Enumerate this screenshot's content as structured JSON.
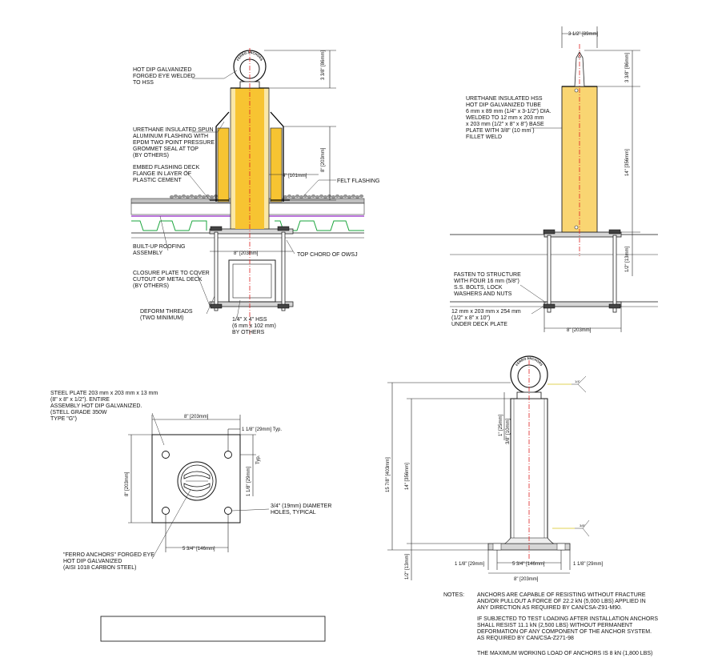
{
  "tl": {
    "hot_dip": [
      "HOT DIP GALVANIZED",
      "FORGED EYE WELDED",
      "TO HSS"
    ],
    "dim_eye": "3 3/8\" [86mm]",
    "urethane": [
      "URETHANE INSULATED SPUN",
      "ALUMINUM FLASHING WITH",
      "EPDM TWO POINT PRESSURE",
      "GROMMET SEAL AT TOP",
      "(BY OTHERS)"
    ],
    "embed": [
      "EMBED FLASHING DECK",
      "FLANGE IN LAYER OF",
      "PLASTIC CEMENT"
    ],
    "dim_8v": "8\" [203mm]",
    "dim_4": "4\" [101mm]",
    "felt": "FELT FLASHING",
    "built_up": [
      "BUILT-UP ROOFING",
      "ASSEMBLY"
    ],
    "dim_8h": "8\" [203mm]",
    "top_chord": "TOP CHORD OF OWSJ",
    "closure": [
      "CLOSURE PLATE TO COVER",
      "CUTOUT OF METAL DECK",
      "(BY OTHERS)"
    ],
    "deform": [
      "DEFORM THREADS",
      "(TWO MINIMUM)"
    ],
    "hss": [
      "1/4\" X 4\" HSS",
      "(6 mm x 102 mm)",
      "BY OTHERS"
    ],
    "eye_text": "FERRO ANCHORS"
  },
  "tr": {
    "dim_top": "3 1/2\" [89mm]",
    "dim_eye": "3 3/8\" [86mm]",
    "urethane": [
      "URETHANE INSULATED HSS",
      "HOT DIP GALVANIZED TUBE",
      "6 mm x 89 mm (1/4\" x 3-1/2\") DIA.",
      "WELDED TO 12 mm x 203 mm",
      "x 203 mm (1/2\" x 8\" x 8\") BASE",
      "PLATE WITH 3/8\" (10 mm )",
      "FILLET WELD"
    ],
    "dim_14": "14\" [356mm]",
    "dim_half": "1/2\" [13mm]",
    "fasten": [
      "FASTEN TO STRUCTURE",
      "WITH FOUR 16 mm (5/8\")",
      "S.S. BOLTS, LOCK",
      "WASHERS AND NUTS"
    ],
    "plate": [
      "12 mm x 203 mm x 254 mm",
      "(1/2\" x 8\" x 10\")",
      "UNDER DECK PLATE"
    ],
    "dim_8": "8\" [203mm]"
  },
  "bl": {
    "steel": [
      "STEEL PLATE 203 mm x 203 mm x 13 mm",
      "(8\" x 8\" x 1/2\"). ENTIRE",
      "ASSEMBLY HOT DIP GALVANIZED.",
      "(STELL GRADE 350W",
      "TYPE \"G\")"
    ],
    "dim_8_top": "8\" [203mm]",
    "dim_18_top": "1 1/8\" [29mm] Typ.",
    "dim_typ": "Typ.",
    "dim_8_left": "8\" [203mm]",
    "dim_18_right": "1 1/8\" [29mm]",
    "holes": [
      "3/4\" (19mm) DIAMETER",
      "HOLES, TYPICAL"
    ],
    "dim_534": "5 3/4\" [146mm]",
    "ferro": [
      "\"FERRO ANCHORS\" FORGED EYE",
      "HOT DIP GALVANIZED",
      "(AISI 1018 CARBON STEEL)"
    ]
  },
  "br": {
    "dim_1": "1\" [25mm]",
    "dim_38": "3/8\" [10mm]",
    "dim_158": "15 7/8\" [403mm]",
    "dim_14": "14\" [356mm]",
    "dim_half": "1/2\" [13mm]",
    "dim_118_l": "1 1/8\" [29mm]",
    "dim_534": "5 3/4\" [146mm]",
    "dim_118_r": "1 1/8\" [29mm]",
    "dim_8": "8\" [203mm]",
    "weld_top": "1/4\"",
    "weld_bot": "3/8\"",
    "eye_text": "FERRO ANCHORS"
  },
  "notes": {
    "label": "NOTES:",
    "n1": [
      "ANCHORS ARE CAPABLE OF RESISTING WITHOUT FRACTURE",
      "AND/OR PULLOUT A FORCE OF 22.2 kN (5,000 LBS) APPLIED IN",
      "ANY DIRECTION AS REQUIRED BY CAN/CSA-Z91-M90."
    ],
    "n2": [
      "IF SUBJECTED TO TEST LOADING AFTER INSTALLATION ANCHORS",
      "SHALL RESIST 11.1 kN (2,500 LBS) WITHOUT PERMANENT",
      "DEFORMATION OF ANY COMPONENT OF THE ANCHOR SYSTEM.",
      "AS REQUIRED BY CAN/CSA-Z271-98"
    ],
    "n3": "THE MAXIMUM WORKING LOAD OF ANCHORS IS 8 kN (1,800 LBS)"
  }
}
